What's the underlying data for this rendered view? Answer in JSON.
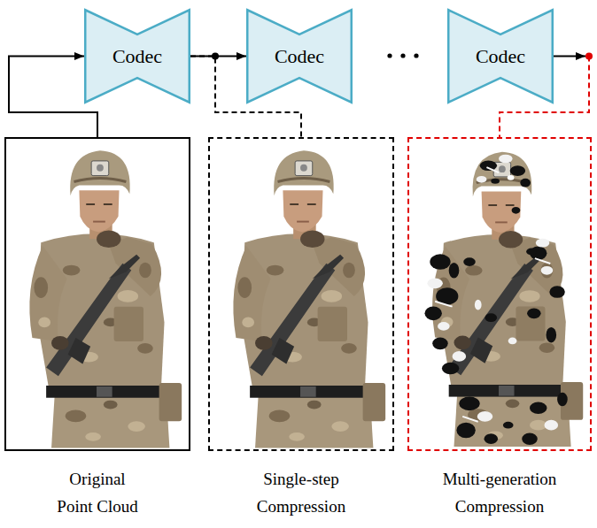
{
  "diagram": {
    "nodes": [
      {
        "text": [
          "Codec"
        ]
      },
      {
        "text": [
          "Codec"
        ]
      },
      {
        "text": [
          "Codec"
        ]
      },
      {
        "text": [
          "Original Point Cloud"
        ]
      },
      {
        "text": [
          "Single-step Compression"
        ]
      },
      {
        "text": [
          "Multi-generation Compression"
        ]
      }
    ],
    "edges": [
      {
        "from": 3,
        "to": 0,
        "arrow": "to"
      },
      {
        "from": 0,
        "to": 1,
        "arrow": "to"
      },
      {
        "from": 0,
        "to": 4,
        "arrow": "none"
      },
      {
        "from": 2,
        "to": 5,
        "arrow": "to"
      }
    ]
  }
}
